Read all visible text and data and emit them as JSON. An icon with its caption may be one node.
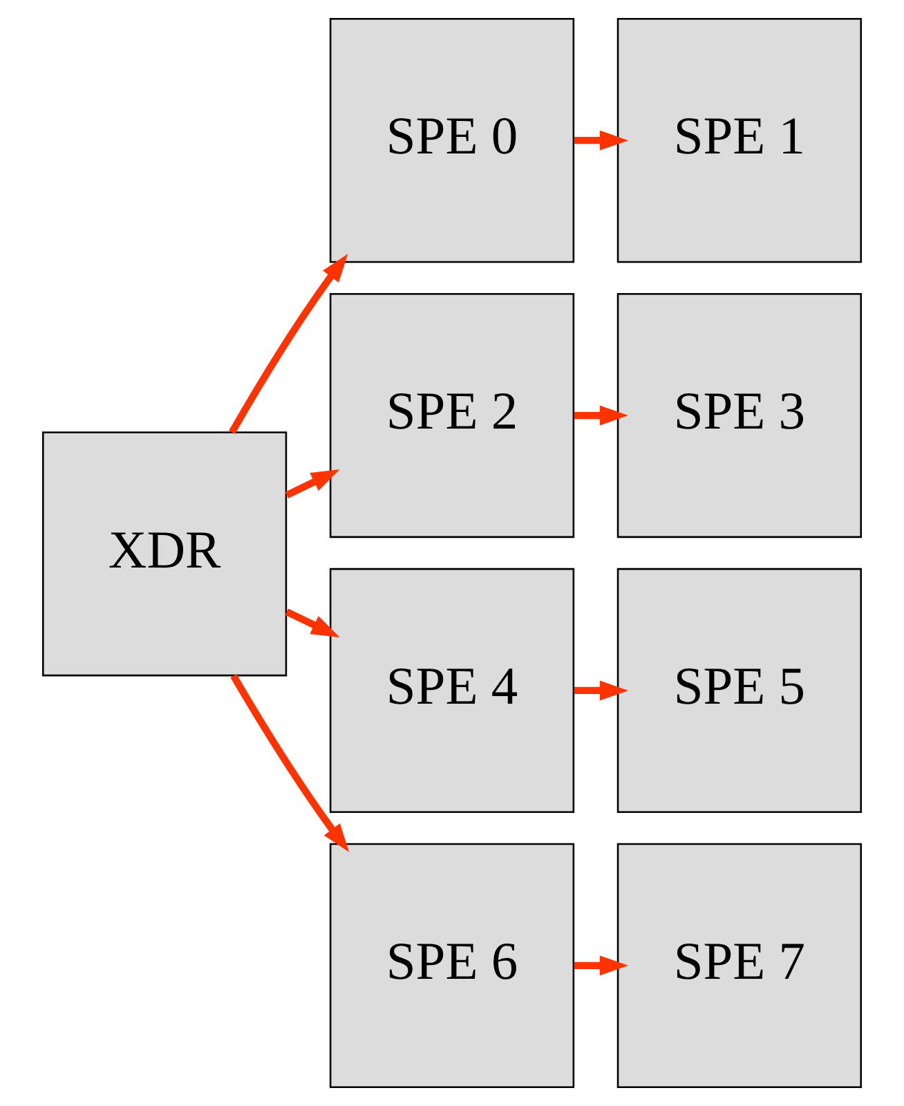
{
  "diagram": {
    "nodes": [
      {
        "text": [
          "XDR"
        ]
      },
      {
        "text": [
          "SPE 0"
        ]
      },
      {
        "text": [
          "SPE 1"
        ]
      },
      {
        "text": [
          "SPE 2"
        ]
      },
      {
        "text": [
          "SPE 3"
        ]
      },
      {
        "text": [
          "SPE 4"
        ]
      },
      {
        "text": [
          "SPE 5"
        ]
      },
      {
        "text": [
          "SPE 6"
        ]
      },
      {
        "text": [
          "SPE 7"
        ]
      }
    ],
    "edges": [
      {
        "from": 0,
        "to": 1,
        "arrow": "to"
      },
      {
        "from": 0,
        "to": 3,
        "arrow": "to"
      },
      {
        "from": 0,
        "to": 5,
        "arrow": "to"
      },
      {
        "from": 0,
        "to": 7,
        "arrow": "to"
      },
      {
        "from": 1,
        "to": 2,
        "arrow": "to"
      },
      {
        "from": 3,
        "to": 4,
        "arrow": "to"
      },
      {
        "from": 5,
        "to": 6,
        "arrow": "to"
      },
      {
        "from": 7,
        "to": 8,
        "arrow": "to"
      }
    ]
  }
}
